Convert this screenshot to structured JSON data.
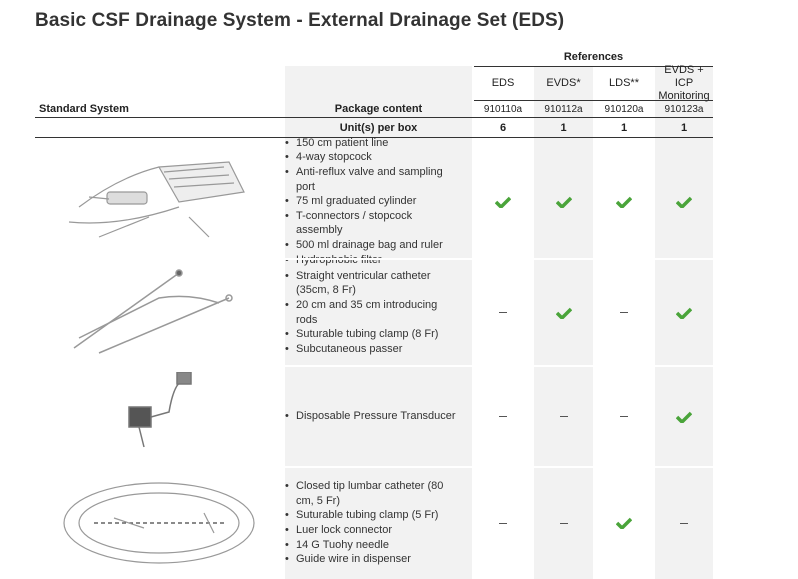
{
  "title": "Basic CSF Drainage System - External Drainage Set (EDS)",
  "colors": {
    "check": "#4aa43a",
    "shade": "#f2f2f2"
  },
  "header": {
    "references_label": "References",
    "standard_system_label": "Standard System",
    "package_content_label": "Package content",
    "units_label": "Unit(s) per box",
    "columns": [
      {
        "name": "EDS",
        "code": "910110a",
        "units": "6"
      },
      {
        "name": "EVDS*",
        "code": "910112a",
        "units": "1"
      },
      {
        "name": "LDS**",
        "code": "910120a",
        "units": "1"
      },
      {
        "name": "EVDS + ICP Monitoring",
        "code": "910123a",
        "units": "1"
      }
    ]
  },
  "rows": [
    {
      "image": "drainage-set-image",
      "items": [
        "150 cm patient line",
        "4-way stopcock",
        "Anti-reflux valve and sampling port",
        "75 ml graduated cylinder",
        "T-connectors / stopcock assembly",
        "500 ml drainage bag and ruler",
        "Hydrophobic filter"
      ],
      "marks": [
        "check",
        "check",
        "check",
        "check"
      ]
    },
    {
      "image": "ventricular-catheter-image",
      "items": [
        "Straight ventricular catheter (35cm, 8 Fr)",
        "20 cm and 35 cm introducing rods",
        "Suturable tubing clamp (8 Fr)",
        "Subcutaneous passer"
      ],
      "marks": [
        "dash",
        "check",
        "dash",
        "check"
      ]
    },
    {
      "image": "pressure-transducer-image",
      "items": [
        "Disposable Pressure Transducer"
      ],
      "marks": [
        "dash",
        "dash",
        "dash",
        "check"
      ]
    },
    {
      "image": "lumbar-catheter-image",
      "items": [
        "Closed tip lumbar catheter (80 cm, 5 Fr)",
        "Suturable tubing clamp (5 Fr)",
        "Luer lock connector",
        "14 G Tuohy needle",
        "Guide wire in dispenser"
      ],
      "marks": [
        "dash",
        "dash",
        "check",
        "dash"
      ]
    }
  ]
}
